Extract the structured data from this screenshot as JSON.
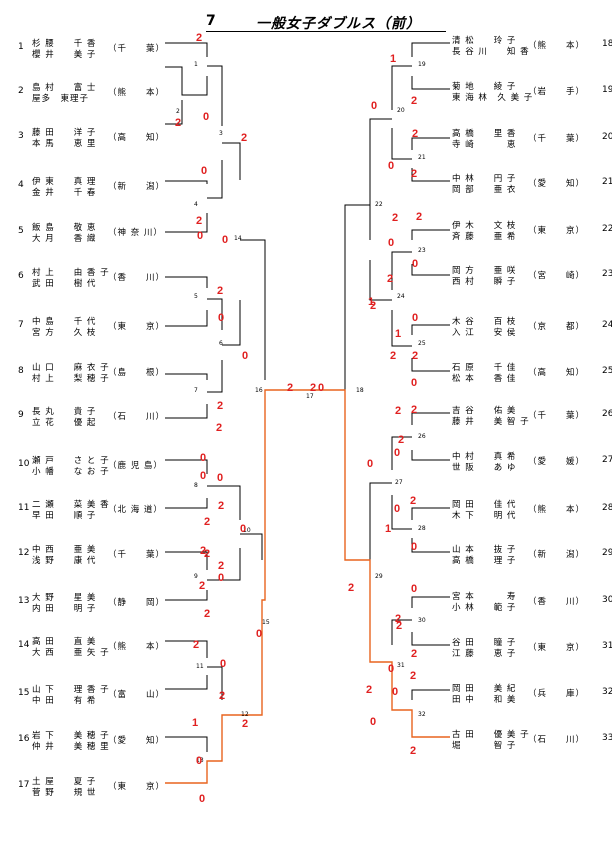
{
  "title": {
    "number": "7",
    "text": "一般女子ダブルス（前）"
  },
  "left": [
    {
      "seed": "1",
      "p1": "杉 腰　　千 香",
      "p2": "櫻 井　　美 子",
      "pref": "（千　　葉）"
    },
    {
      "seed": "2",
      "p1": "島 村　　富 士",
      "p2": "屋多　東理子",
      "pref": "（熊　　本）"
    },
    {
      "seed": "3",
      "p1": "藤 田　　洋 子",
      "p2": "本 馬　　恵 里",
      "pref": "（高　　知）"
    },
    {
      "seed": "4",
      "p1": "伊 東　　真 理",
      "p2": "金 井　　千 春",
      "pref": "（新　　潟）"
    },
    {
      "seed": "5",
      "p1": "飯 島　　敬 恵",
      "p2": "大 月　　香 織",
      "pref": "（神 奈 川）"
    },
    {
      "seed": "6",
      "p1": "村 上　　由 香 子",
      "p2": "武 田　　樹 代",
      "pref": "（香　　川）"
    },
    {
      "seed": "7",
      "p1": "中 島　　千 代",
      "p2": "宮 方　　久 枝",
      "pref": "（東　　京）"
    },
    {
      "seed": "8",
      "p1": "山 口　　麻 衣 子",
      "p2": "村 上　　梨 穂 子",
      "pref": "（島　　根）"
    },
    {
      "seed": "9",
      "p1": "長 丸　　貴 子",
      "p2": "立 花　　優 起",
      "pref": "（石　　川）"
    },
    {
      "seed": "10",
      "p1": "瀬 戸　　さ と 子",
      "p2": "小 幡　　な お 子",
      "pref": "（鹿 児 島）"
    },
    {
      "seed": "11",
      "p1": "二 瀬　　菜 美 香",
      "p2": "早 田　　順 子",
      "pref": "（北 海 道）"
    },
    {
      "seed": "12",
      "p1": "中 西　　亜 美",
      "p2": "浅 野　　康 代",
      "pref": "（千　　葉）"
    },
    {
      "seed": "13",
      "p1": "大 野　　星 美",
      "p2": "内 田　　明 子",
      "pref": "（静　　岡）"
    },
    {
      "seed": "14",
      "p1": "高 田　　直 美",
      "p2": "大 西　　亜 矢 子",
      "pref": "（熊　　本）"
    },
    {
      "seed": "15",
      "p1": "山 下　　理 香 子",
      "p2": "中 田　　有 希",
      "pref": "（富　　山）"
    },
    {
      "seed": "16",
      "p1": "岩 下　　美 穂 子",
      "p2": "仲 井　　美 穂 里",
      "pref": "（愛　　知）"
    },
    {
      "seed": "17",
      "p1": "土 屋　　夏 子",
      "p2": "菅 野　　規 世",
      "pref": "（東　　京）"
    }
  ],
  "right": [
    {
      "seed": "18",
      "p1": "清 松　　玲 子",
      "p2": "長 谷 川　　知 香",
      "pref": "（熊　　本）"
    },
    {
      "seed": "19",
      "p1": "菊 地　　綾 子",
      "p2": "東 海 林　久 美 子",
      "pref": "（岩　　手）"
    },
    {
      "seed": "20",
      "p1": "高 橋　　里 香",
      "p2": "寺 崎　　　 恵",
      "pref": "（千　　葉）"
    },
    {
      "seed": "21",
      "p1": "中 林　　円 子",
      "p2": "岡 部　　亜 衣",
      "pref": "（愛　　知）"
    },
    {
      "seed": "22",
      "p1": "伊 木　　文 枝",
      "p2": "斉 藤　　亜 希",
      "pref": "（東　　京）"
    },
    {
      "seed": "23",
      "p1": "岡 方　　亜 咲",
      "p2": "西 村　　瞬 子",
      "pref": "（宮　　崎）"
    },
    {
      "seed": "24",
      "p1": "木 谷　　百 枝",
      "p2": "入 江　　安 侯",
      "pref": "（京　　都）"
    },
    {
      "seed": "25",
      "p1": "石 原　　千 佳",
      "p2": "松 本　　香 佳",
      "pref": "（高　　知）"
    },
    {
      "seed": "26",
      "p1": "吉 谷　　佑 美",
      "p2": "藤 井　　美 智 子",
      "pref": "（千　　葉）"
    },
    {
      "seed": "27",
      "p1": "中 村　　真 希",
      "p2": "世 阪　　あ ゆ",
      "pref": "（愛　　媛）"
    },
    {
      "seed": "28",
      "p1": "岡 田　　佳 代",
      "p2": "木 下　　明 代",
      "pref": "（熊　　本）"
    },
    {
      "seed": "29",
      "p1": "山 本　　抜 子",
      "p2": "高 橋　　理 子",
      "pref": "（新　　潟）"
    },
    {
      "seed": "30",
      "p1": "宮 本　　　 寿",
      "p2": "小 林　　範 子",
      "pref": "（香　　川）"
    },
    {
      "seed": "31",
      "p1": "谷 田　　瞳 子",
      "p2": "江 藤　　恵 子",
      "pref": "（東　　京）"
    },
    {
      "seed": "32",
      "p1": "岡 田　　美 紀",
      "p2": "田 中　　和 美",
      "pref": "（兵　　庫）"
    },
    {
      "seed": "33",
      "p1": "古 田　　優 美 子",
      "p2": "堀　　　 智 子",
      "pref": "（石　　川）"
    }
  ],
  "matches": [
    "1",
    "2",
    "3",
    "4",
    "5",
    "6",
    "7",
    "8",
    "9",
    "10",
    "11",
    "12",
    "13",
    "14",
    "15",
    "16",
    "17",
    "18",
    "19",
    "20",
    "21",
    "22",
    "23",
    "24",
    "25",
    "26",
    "27",
    "28",
    "29",
    "30",
    "31",
    "32"
  ],
  "scores": [
    "2",
    "0",
    "2",
    "0",
    "2",
    "0",
    "0",
    "2",
    "2",
    "0",
    "0",
    "2",
    "2",
    "0",
    "0",
    "2",
    "0",
    "2",
    "2",
    "0",
    "2",
    "0",
    "2",
    "1",
    "2",
    "0",
    "0",
    "2",
    "0",
    "1",
    "2",
    "0",
    "1",
    "2",
    "2",
    "0",
    "2",
    "2",
    "1",
    "0",
    "2",
    "0",
    "2",
    "2",
    "0",
    "0",
    "2",
    "1",
    "0",
    "2",
    "0",
    "2",
    "0",
    "2",
    "2",
    "0",
    "2",
    "0",
    "2",
    "2",
    "0",
    "2",
    "2",
    "0",
    "2",
    "2",
    "0",
    "2",
    "0",
    "2",
    "0",
    "2",
    "2",
    "2"
  ],
  "colors": {
    "winner_path": "#e8641e",
    "score": "#e02020"
  }
}
